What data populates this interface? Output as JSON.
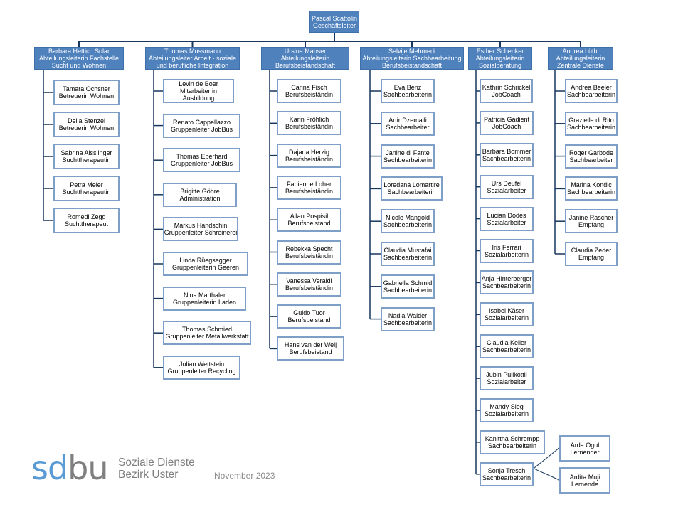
{
  "colors": {
    "manager_fill": "#4f81bd",
    "employee_border": "#7d9fc8",
    "connector": "#17375e",
    "logo_blue": "#5b9bd5",
    "logo_grey": "#7f7f7f"
  },
  "head": {
    "name": "Pascal Scattolin",
    "role": "Geschäftsleiter"
  },
  "departments": [
    {
      "lines": [
        "Barbara Hettich Solar",
        "Abteilungsleiterin Fachstelle",
        "Sucht und Wohnen"
      ],
      "members": [
        {
          "lines": [
            "Tamara Ochsner",
            "Betreuerin Wohnen"
          ]
        },
        {
          "lines": [
            "Delia Stenzel",
            "Betreuerin Wohnen"
          ]
        },
        {
          "lines": [
            "Sabrina Aisslinger",
            "Suchttherapeutin"
          ]
        },
        {
          "lines": [
            "Petra Meier",
            "Suchttherapeutin"
          ]
        },
        {
          "lines": [
            "Romedi Zegg",
            "Suchttherapeut"
          ]
        }
      ]
    },
    {
      "lines": [
        "Thomas Mussmann",
        "Abteilungsleiter Arbeit - soziale",
        "und berufliche Integration"
      ],
      "members": [
        {
          "lines": [
            "Levin de Boer",
            "Mitarbeiter in",
            "Ausbildung"
          ]
        },
        {
          "lines": [
            "Renato Cappellazzo",
            "Gruppenleiter JobBus"
          ]
        },
        {
          "lines": [
            "Thomas Eberhard",
            "Gruppenleiter JobBus"
          ]
        },
        {
          "lines": [
            "Brigitte Göhre",
            "Administration"
          ]
        },
        {
          "lines": [
            "Markus Handschin",
            "Gruppenleiter Schreinerei"
          ]
        },
        {
          "lines": [
            "Linda Rüegsegger",
            "Gruppenleiterin Geeren"
          ]
        },
        {
          "lines": [
            "Nina Marthaler",
            "Gruppenleiterin Laden"
          ]
        },
        {
          "lines": [
            "Thomas Schmied",
            "Gruppenleiter Metallwerkstatt"
          ]
        },
        {
          "lines": [
            "Julian Wettstein",
            "Gruppenleiter Recycling"
          ]
        }
      ]
    },
    {
      "lines": [
        "Ursina Manser",
        "Abteilungsleiterin",
        "Berufsbeistandschaft"
      ],
      "members": [
        {
          "lines": [
            "Carina Fisch",
            "Berufsbeiständin"
          ]
        },
        {
          "lines": [
            "Karin Fröhlich",
            "Berufsbeiständin"
          ]
        },
        {
          "lines": [
            "Dajana Herzig",
            "Berufsbeiständin"
          ]
        },
        {
          "lines": [
            "Fabienne Loher",
            "Berufsbeiständin"
          ]
        },
        {
          "lines": [
            "Allan Pospisil",
            "Berufsbeistand"
          ]
        },
        {
          "lines": [
            "Rebekka Specht",
            "Berufsbeiständin"
          ]
        },
        {
          "lines": [
            "Vanessa Veraldi",
            "Berufsbeiständin"
          ]
        },
        {
          "lines": [
            "Guido Tuor",
            "Berufsbeistand"
          ]
        },
        {
          "lines": [
            "Hans van der Weij",
            "Berufsbeistand"
          ]
        }
      ]
    },
    {
      "lines": [
        "Selvije Mehmedi",
        "Abteilungsleiterin Sachbearbeitung",
        "Berufsbeistandschaft"
      ],
      "members": [
        {
          "lines": [
            "Eva Benz",
            "Sachbearbeiterin"
          ]
        },
        {
          "lines": [
            "Artir Dzemaili",
            "Sachbearbeiter"
          ]
        },
        {
          "lines": [
            "Janine di Fante",
            "Sachbearbeiterin"
          ]
        },
        {
          "lines": [
            "Loredana Lomartire",
            "Sachbearbeiterin"
          ]
        },
        {
          "lines": [
            "Nicole Mangold",
            "Sachbearbeiterin"
          ]
        },
        {
          "lines": [
            "Claudia Mustafai",
            "Sachbearbeiterin"
          ]
        },
        {
          "lines": [
            "Gabriella Schmid",
            "Sachbearbeiterin"
          ]
        },
        {
          "lines": [
            "Nadja Walder",
            "Sachbearbeiterin"
          ]
        }
      ]
    },
    {
      "lines": [
        "Esther Schenker",
        "Abteilungsleiterin",
        "Sozialberatung"
      ],
      "members": [
        {
          "lines": [
            "Kathrin Schrickel",
            "JobCoach"
          ]
        },
        {
          "lines": [
            "Patricia Gadient",
            "JobCoach"
          ]
        },
        {
          "lines": [
            "Barbara Bommer",
            "Sachbearbeiterin"
          ]
        },
        {
          "lines": [
            "Urs Deufel",
            "Sozialarbeiter"
          ]
        },
        {
          "lines": [
            "Lucian Dodes",
            "Sozialarbeiter"
          ]
        },
        {
          "lines": [
            "Iris Ferrari",
            "Sozialarbeiterin"
          ]
        },
        {
          "lines": [
            "Anja Hinterberger",
            "Sachbearbeiterin"
          ]
        },
        {
          "lines": [
            "Isabel Käser",
            "Sozialarbeiterin"
          ]
        },
        {
          "lines": [
            "Claudia Keller",
            "Sachbearbeiterin"
          ]
        },
        {
          "lines": [
            "Jubin Pulikottil",
            "Sozialarbeiter"
          ]
        },
        {
          "lines": [
            "Mandy Sieg",
            "Sozialarbeiterin"
          ]
        },
        {
          "lines": [
            "Kanittha Schrempp",
            "Sachbearbeiterin"
          ]
        },
        {
          "lines": [
            "Sonja Tresch",
            "Sachbearbeiterin"
          ]
        }
      ]
    },
    {
      "lines": [
        "Andrea Lüthi",
        "Abteilungsleiterin",
        "Zentrale Dienste"
      ],
      "members": [
        {
          "lines": [
            "Andrea Beeler",
            "Sachbearbeiterin"
          ]
        },
        {
          "lines": [
            "Graziella di Rito",
            "Sachbearbeiterin"
          ]
        },
        {
          "lines": [
            "Roger Garbode",
            "Sachbearbeiter"
          ]
        },
        {
          "lines": [
            "Marina Kondic",
            "Sachbearbeiterin"
          ]
        },
        {
          "lines": [
            "Janine Rascher",
            "Empfang"
          ]
        },
        {
          "lines": [
            "Claudia Zeder",
            "Empfang"
          ]
        }
      ]
    }
  ],
  "apprentices": [
    {
      "lines": [
        "Arda Ogul",
        "Lernender"
      ]
    },
    {
      "lines": [
        "Ardita Muji",
        "Lernende"
      ]
    }
  ],
  "logo": {
    "mark_blue": "sd",
    "mark_grey": "bu",
    "line1": "Soziale Dienste",
    "line2": "Bezirk Uster"
  },
  "date": "November  2023"
}
